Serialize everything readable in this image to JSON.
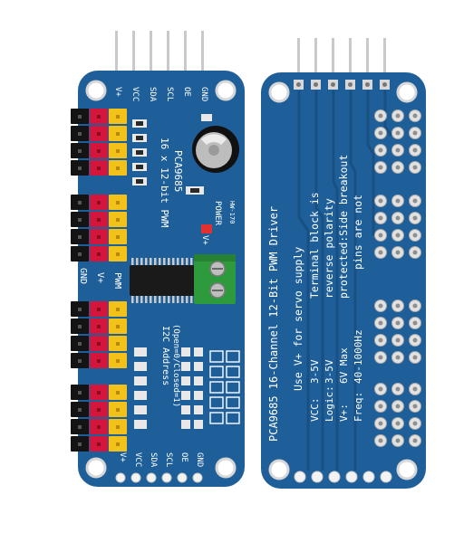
{
  "colors": {
    "background": "#ffffff",
    "pcb": "#1f5f99",
    "pcb_dark": "#174c7c",
    "header_black": "#141414",
    "header_red": "#d4163c",
    "header_yellow": "#f2c21a",
    "terminal_green": "#2e9a3e",
    "pin_metal": "#c9c9c9",
    "silkscreen": "#ffffff"
  },
  "front_board": {
    "pin_labels_top": [
      "V+",
      "VCC",
      "SDA",
      "SCL",
      "OE",
      "GND"
    ],
    "pin_labels_bottom": [
      "V+",
      "VCC",
      "SDA",
      "SCL",
      "OE",
      "GND"
    ],
    "title_line1": "16 x 12-bit PWM",
    "chip_name": "PCA9685",
    "model": "HW-170",
    "power_label": "POWER",
    "terminal_label": "V+",
    "group_labels": [
      "GND",
      "V+",
      "PWM"
    ],
    "address_line1": "I2C Address",
    "address_line2": "(Open=0/Closed=1)"
  },
  "back_board": {
    "title": "PCA9685 16-Channel 12-Bit PWM Driver",
    "lines": [
      "Use V+ for servo supply",
      "Terminal block is",
      "reverse polarity",
      "protected:Side breakout",
      "pins are not"
    ],
    "specs": [
      {
        "label": "VCC:",
        "value": "3-5V"
      },
      {
        "label": "Logic:",
        "value": "3-5V"
      },
      {
        "label": "V+:",
        "value": "6V Max"
      },
      {
        "label": "Freq:",
        "value": "40-1000Hz"
      }
    ]
  }
}
